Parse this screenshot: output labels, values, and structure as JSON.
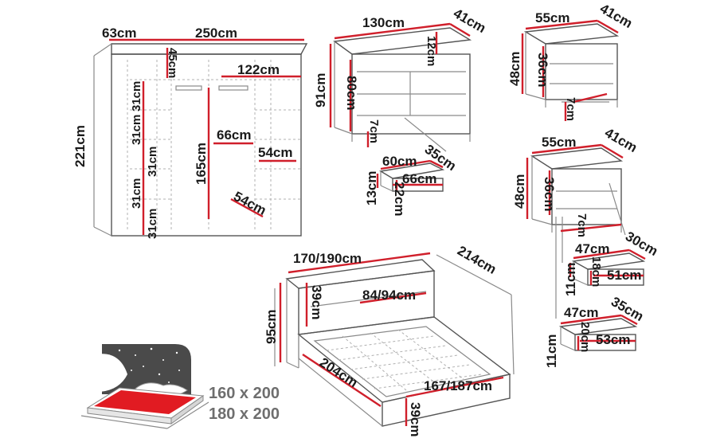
{
  "wardrobe": {
    "depth": "63cm",
    "width": "250cm",
    "height": "221cm",
    "top_shelf": "45cm",
    "rail_width": "122cm",
    "shelf_1": "31cm",
    "shelf_2": "31cm",
    "shelf_3": "31cm",
    "shelf_4": "31cm",
    "shelf_5": "31cm",
    "hanging_height": "165cm",
    "inner_width": "66cm",
    "shelf_width": "54cm",
    "door_width": "54cm"
  },
  "dresser": {
    "width": "130cm",
    "depth": "41cm",
    "height": "91cm",
    "body_height": "80cm",
    "top_gap": "12cm",
    "leg": "7cm",
    "drawer_width": "60cm",
    "drawer_depth": "35cm",
    "drawer_inner": "66cm",
    "drawer_height": "13cm",
    "drawer_inner_height": "22cm"
  },
  "nightstand_top": {
    "width": "55cm",
    "depth": "41cm",
    "height": "48cm",
    "body_height": "36cm",
    "leg": "7cm"
  },
  "nightstand_bottom": {
    "width": "55cm",
    "depth": "41cm",
    "height": "48cm",
    "body_height": "36cm",
    "leg": "7cm",
    "drawer1_width": "47cm",
    "drawer1_depth": "30cm",
    "drawer1_height": "18cm",
    "drawer1_inner": "51cm",
    "drawer1_side": "11cm",
    "drawer2_width": "47cm",
    "drawer2_depth": "35cm",
    "drawer2_height": "20cm",
    "drawer2_inner": "53cm",
    "drawer2_side": "11cm"
  },
  "bed": {
    "width": "170/190cm",
    "length": "214cm",
    "headboard_height": "95cm",
    "headboard_panel": "39cm",
    "panel_width": "84/94cm",
    "inner_length": "204cm",
    "inner_width": "167/187cm",
    "base_height": "39cm"
  },
  "mattress_sizes": [
    "160 x 200",
    "180 x 200"
  ],
  "colors": {
    "accent": "#d01f2b",
    "outline": "#555555",
    "text": "#1a1a1a"
  }
}
